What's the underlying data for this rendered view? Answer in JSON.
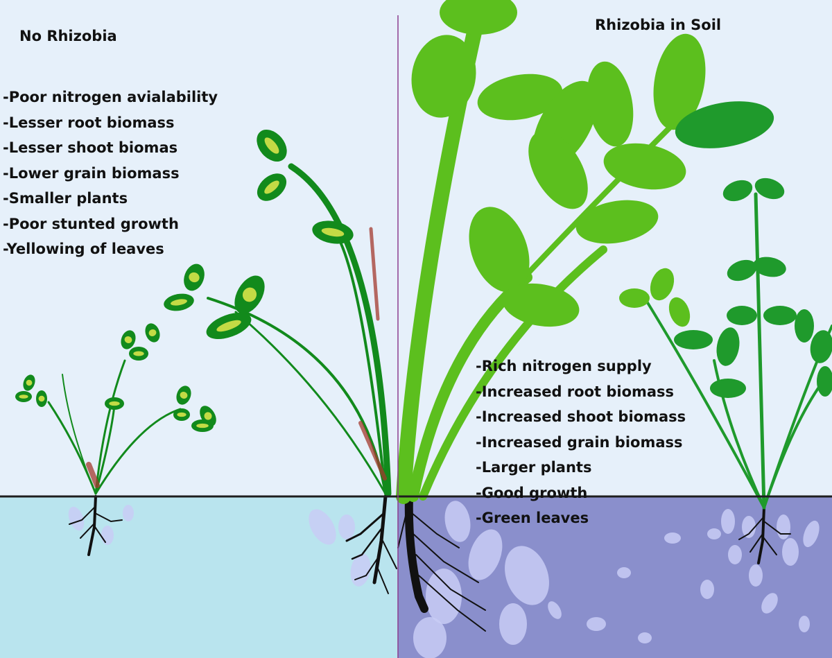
{
  "colors": {
    "sky_left": "#e6f0fa",
    "sky_right": "#e6f0fa",
    "soil_left": "#b9e4ee",
    "soil_right": "#8a8fcc",
    "ground_line": "#1e1e1e",
    "divider": "#8b3d8e",
    "leaf_bright": "#5cbf1e",
    "leaf_dark": "#1f9a2c",
    "leaf_stressed_green": "#128a1c",
    "leaf_yellow_spots": "#d7e34a",
    "stem_stress_red": "#a33a2e",
    "root": "#111111",
    "nodule": "#c8cdf5"
  },
  "left_panel": {
    "heading": "No Rhizobia",
    "effects": [
      "-Poor nitrogen avialability",
      "-Lesser root biomass",
      "-Lesser shoot biomas",
      "-Lower grain biomass",
      "-Smaller plants",
      "-Poor stunted growth",
      "-Yellowing of leaves"
    ]
  },
  "right_panel": {
    "heading": "Rhizobia in Soil",
    "effects": [
      "-Rich nitrogen supply",
      "-Increased root biomass",
      "-Increased shoot biomass",
      "-Increased grain biomass",
      "-Larger plants",
      "-Good growth",
      "-Green leaves"
    ]
  },
  "icons": {
    "stunted_plant": "stunted-plant-icon",
    "healthy_plant": "healthy-plant-icon",
    "roots": "root-icon",
    "nodules": "rhizobia-nodule-icon"
  }
}
